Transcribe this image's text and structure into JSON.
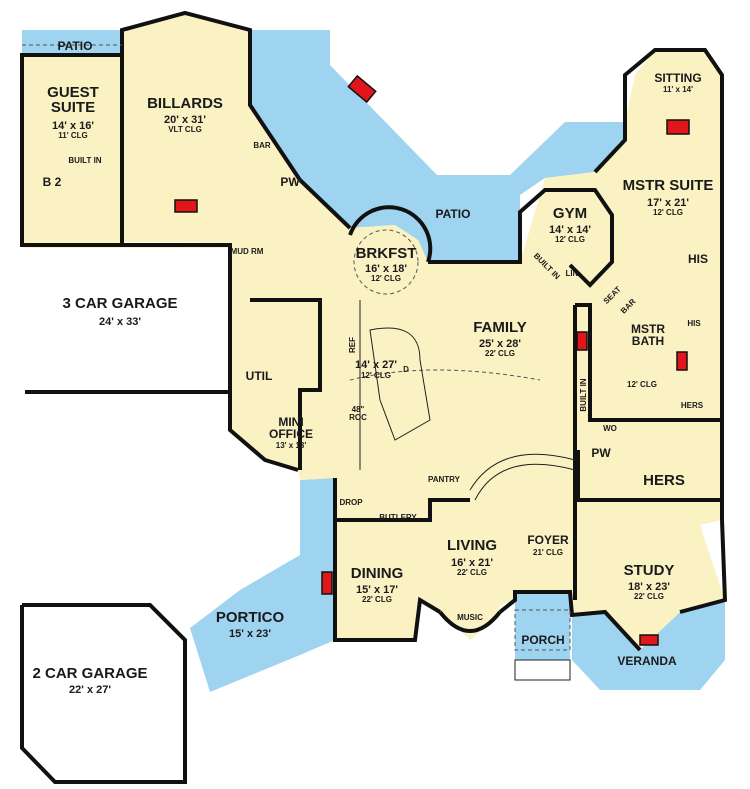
{
  "colors": {
    "floor": "#fbf2c4",
    "patio": "#9fd4f0",
    "fireplace": "#e0161b",
    "wall": "#111111"
  },
  "rooms": {
    "patio_left": {
      "name": "PATIO"
    },
    "guest_suite": {
      "name1": "GUEST",
      "name2": "SUITE",
      "size": "14' x 16'",
      "clg": "11' CLG"
    },
    "built_in_left": {
      "name": "BUILT IN"
    },
    "b2": {
      "name": "B 2"
    },
    "billards": {
      "name": "BILLARDS",
      "size": "20' x 31'",
      "clg": "VLT CLG"
    },
    "bar": {
      "name": "BAR"
    },
    "pw_top": {
      "name": "PW"
    },
    "patio_main": {
      "name": "PATIO"
    },
    "brkfst": {
      "name": "BRKFST",
      "size": "16' x 18'",
      "clg": "12' CLG"
    },
    "gym": {
      "name": "GYM",
      "size": "14' x 14'",
      "clg": "12' CLG"
    },
    "built_in_gym": {
      "name": "BUILT IN"
    },
    "lin": {
      "name": "LIN"
    },
    "sitting": {
      "name": "SITTING",
      "size": "11' x 14'"
    },
    "mstr_suite": {
      "name": "MSTR SUITE",
      "size": "17' x 21'",
      "clg": "12' CLG"
    },
    "his": {
      "name": "HIS"
    },
    "his_wc": {
      "name": "HIS"
    },
    "seat": {
      "name": "SEAT"
    },
    "bar_mstr": {
      "name": "BAR"
    },
    "mstr_bath": {
      "name1": "MSTR",
      "name2": "BATH",
      "clg": "12' CLG"
    },
    "hers_wc": {
      "name": "HERS"
    },
    "mud_rm": {
      "name": "MUD RM"
    },
    "garage3": {
      "name": "3 CAR GARAGE",
      "size": "24' x 33'"
    },
    "util": {
      "name": "UTIL"
    },
    "kitchen": {
      "size": "14' x 27'",
      "clg": "12' CLG",
      "ref": "REF",
      "d": "D",
      "roc": "48\"",
      "roc2": "ROC"
    },
    "family": {
      "name": "FAMILY",
      "size": "25' x 28'",
      "clg": "22' CLG"
    },
    "built_in_family": {
      "name": "BUILT IN"
    },
    "mini_office": {
      "name1": "MINI",
      "name2": "OFFICE",
      "size": "13' x 13'"
    },
    "wo": {
      "name": "WO"
    },
    "pw_foyer": {
      "name": "PW"
    },
    "hers": {
      "name": "HERS"
    },
    "pantry": {
      "name": "PANTRY"
    },
    "drop": {
      "name": "DROP"
    },
    "butlery": {
      "name": "BUTLERY"
    },
    "dining": {
      "name": "DINING",
      "size": "15' x 17'",
      "clg": "22' CLG"
    },
    "living": {
      "name": "LIVING",
      "size": "16' x 21'",
      "clg": "22' CLG"
    },
    "music": {
      "name": "MUSIC"
    },
    "foyer": {
      "name": "FOYER",
      "clg": "21' CLG"
    },
    "study": {
      "name": "STUDY",
      "size": "18' x 23'",
      "clg": "22' CLG"
    },
    "porch": {
      "name": "PORCH"
    },
    "veranda": {
      "name": "VERANDA"
    },
    "portico": {
      "name": "PORTICO",
      "size": "15' x 23'"
    },
    "garage2": {
      "name": "2 CAR GARAGE",
      "size": "22' x 27'"
    }
  }
}
